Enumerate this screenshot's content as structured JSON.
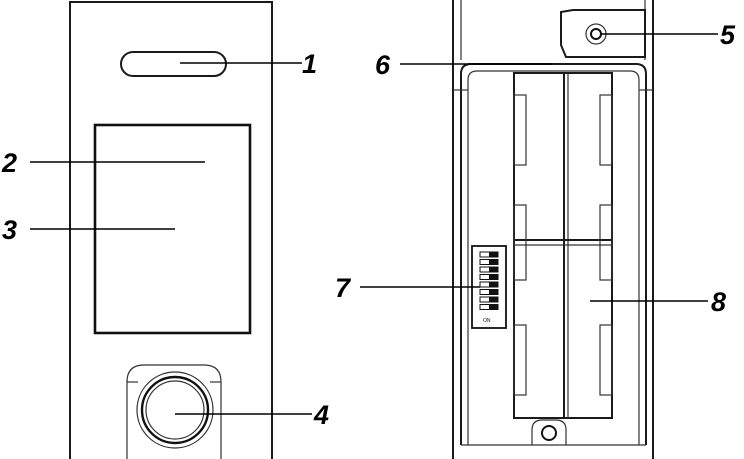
{
  "callouts": {
    "c1": "1",
    "c2": "2",
    "c3": "3",
    "c4": "4",
    "c5": "5",
    "c6": "6",
    "c7": "7",
    "c8": "8"
  },
  "dip_switch": {
    "on_label": "ON",
    "positions": 8
  },
  "colors": {
    "line": "#1a1a1a",
    "background": "#ffffff"
  }
}
